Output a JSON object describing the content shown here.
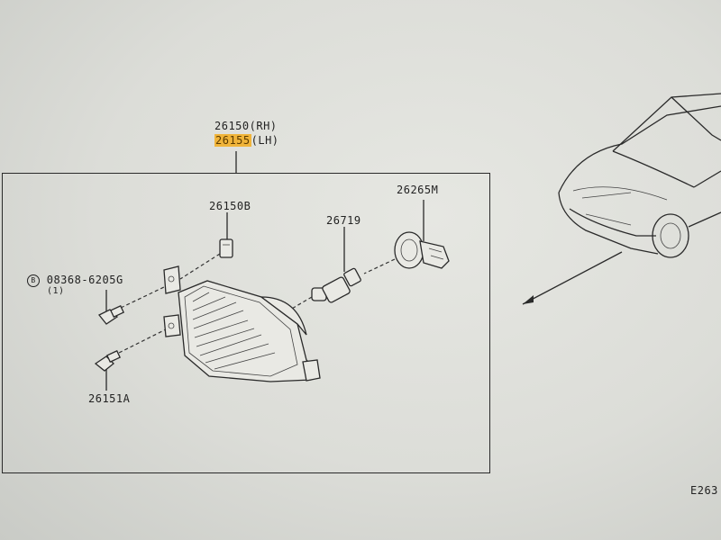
{
  "labels": {
    "main_rh": "26150",
    "main_rh_suffix": "(RH)",
    "main_lh": "26155",
    "main_lh_suffix": "(LH)",
    "bolt_part": "08368-6205G",
    "bolt_qty": "(1)",
    "clip_part": "26150B",
    "bulb_part": "26719",
    "socket_part": "26265M",
    "screw_part": "26151A",
    "figure_code": "E263"
  },
  "colors": {
    "highlight": "#f0b43a",
    "line": "#2a2a2a"
  }
}
